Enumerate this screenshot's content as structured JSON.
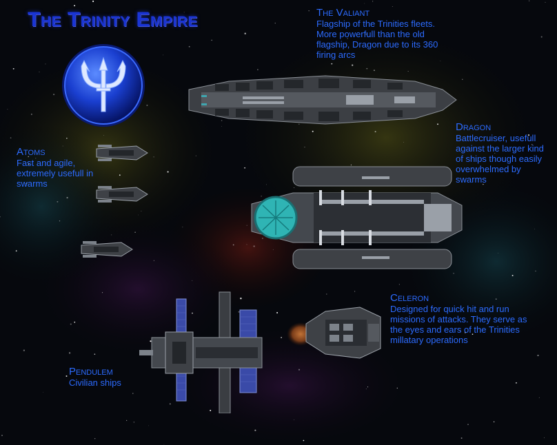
{
  "title": "The Trinity Empire",
  "emblem": {
    "icon": "trident-icon",
    "accent": "#1f4fe0"
  },
  "colors": {
    "text": "#2c6bff",
    "title": "#1a35d6",
    "hull": "#4a4d52",
    "dragon_dome": "#2fb4b4"
  },
  "ships": {
    "valiant": {
      "name": "The Valiant",
      "description": "Flagship of the Trinities fleets. More powerfull than the old flagship, Dragon due to its 360 firing arcs"
    },
    "dragon": {
      "name": "Dragon",
      "description": "Battlecruiser, usefull against the larger kind of ships though easily overwhelmed by swarms"
    },
    "atoms": {
      "name": "Atoms",
      "description": "Fast and agile, extremely usefull in swarms"
    },
    "celeron": {
      "name": "Celeron",
      "description": "Designed for quick hit and run missions of attacks. They serve as the eyes and ears of the Trinities millatary operations"
    },
    "pendulem": {
      "name": "Pendulem",
      "description": "Civilian ships"
    }
  }
}
